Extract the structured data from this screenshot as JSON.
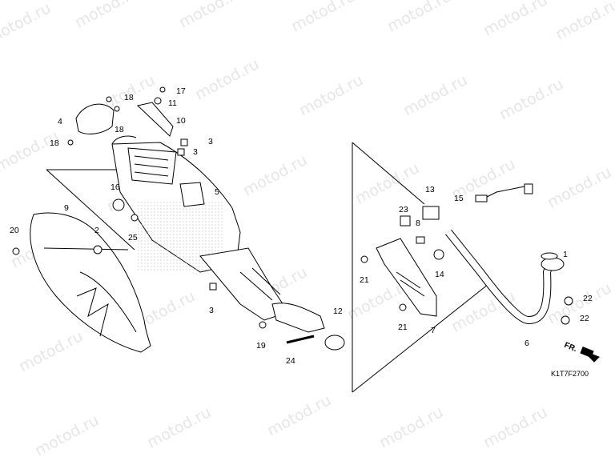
{
  "watermark": "motod.ru",
  "diagram_code": "K1T7F2700",
  "front_label": "FR.",
  "callouts": {
    "c1": "1",
    "c2": "2",
    "c3a": "3",
    "c3b": "3",
    "c3c": "3",
    "c4": "4",
    "c5": "5",
    "c6": "6",
    "c7": "7",
    "c8": "8",
    "c9": "9",
    "c10": "10",
    "c11": "11",
    "c12": "12",
    "c13": "13",
    "c14": "14",
    "c15": "15",
    "c16": "16",
    "c17": "17",
    "c18a": "18",
    "c18b": "18",
    "c18c": "18",
    "c19": "19",
    "c20": "20",
    "c21a": "21",
    "c21b": "21",
    "c22a": "22",
    "c22b": "22",
    "c23": "23",
    "c24": "24",
    "c25": "25"
  }
}
